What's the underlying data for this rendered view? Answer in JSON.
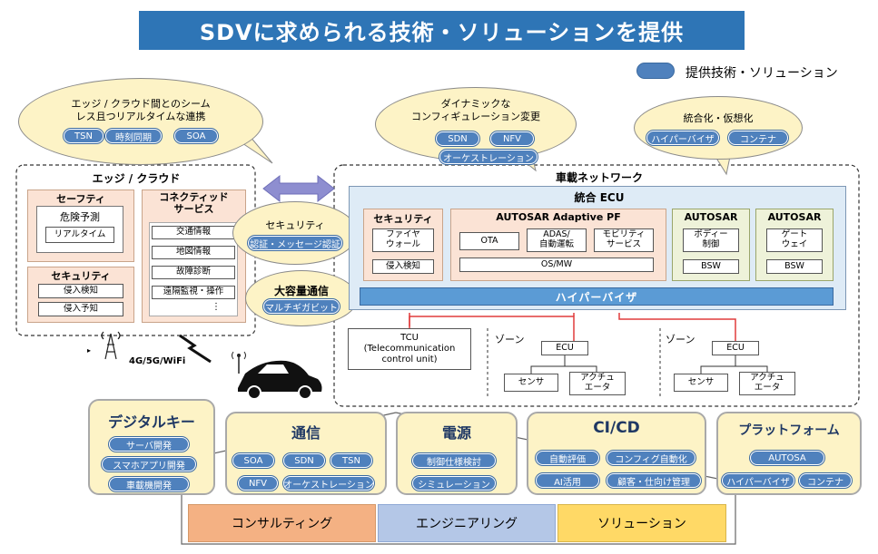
{
  "title": "SDVに求められる技術・ソリューションを提供",
  "legend": {
    "label": "提供技術・ソリューション"
  },
  "bubbles": {
    "edge_cloud": {
      "text1": "エッジ / クラウド間とのシーム",
      "text2": "レス且つリアルタイムな連携",
      "pills": [
        "TSN",
        "時刻同期",
        "SOA"
      ]
    },
    "dynamic": {
      "text1": "ダイナミックな",
      "text2": "コンフィギュレーション変更",
      "pills": [
        "SDN",
        "NFV",
        "オーケストレーション"
      ]
    },
    "integration": {
      "text": "統合化・仮想化",
      "pills": [
        "ハイパーバイザ",
        "コンテナ"
      ]
    },
    "security": {
      "text": "セキュリティ",
      "pill": "認証・メッセージ認証"
    },
    "bandwidth": {
      "text": "大容量通信",
      "pill": "マルチギガビット"
    }
  },
  "edge": {
    "title": "エッジ / クラウド",
    "safety": {
      "title": "セーフティ",
      "item": "危険予測",
      "sub": "リアルタイム"
    },
    "security": {
      "title": "セキュリティ",
      "items": [
        "侵入検知",
        "侵入予知"
      ]
    },
    "connected": {
      "title1": "コネクティッド",
      "title2": "サービス",
      "items": [
        "交通情報",
        "地図情報",
        "故障診断",
        "遠隔監視・操作"
      ],
      "more": "⋮"
    }
  },
  "network": {
    "title": "車載ネットワーク",
    "ecu": "統合 ECU",
    "sec": {
      "title": "セキュリティ",
      "fw1": "ファイヤ",
      "fw2": "ウォール",
      "ids": "侵入検知"
    },
    "adaptive": {
      "title": "AUTOSAR Adaptive PF",
      "ota": "OTA",
      "adas1": "ADAS/",
      "adas2": "自動運転",
      "mob1": "モビリティ",
      "mob2": "サービス",
      "os": "OS/MW"
    },
    "autosar1": {
      "title": "AUTOSAR",
      "app1": "ボディー",
      "app2": "制御",
      "bsw": "BSW"
    },
    "autosar2": {
      "title": "AUTOSAR",
      "app1": "ゲート",
      "app2": "ウェイ",
      "bsw": "BSW"
    },
    "hypervisor": "ハイパーバイザ",
    "tcu": {
      "l1": "TCU",
      "l2": "(Telecommunication",
      "l3": "control unit)"
    },
    "zones": [
      {
        "label": "ゾーン",
        "ecu": "ECU",
        "sensor": "センサ",
        "act1": "アクチュ",
        "act2": "エータ"
      },
      {
        "label": "ゾーン",
        "ecu": "ECU",
        "sensor": "センサ",
        "act1": "アクチュ",
        "act2": "エータ"
      }
    ]
  },
  "wireless": "4G/5G/WiFi",
  "bottom": {
    "digital_key": {
      "title": "デジタルキー",
      "items": [
        "サーバ開発",
        "スマホアプリ開発",
        "車載機開発"
      ]
    },
    "comm": {
      "title": "通信",
      "items": [
        "SOA",
        "SDN",
        "TSN",
        "NFV",
        "オーケストレーション"
      ]
    },
    "power": {
      "title": "電源",
      "items": [
        "制御仕様検討",
        "シミュレーション"
      ]
    },
    "cicd": {
      "title": "CI/CD",
      "items": [
        "自動評価",
        "コンフィグ自動化",
        "AI活用",
        "顧客・仕向け管理"
      ]
    },
    "platform": {
      "title": "プラットフォーム",
      "items": [
        "AUTOSA",
        "ハイパーバイザ",
        "コンテナ"
      ]
    }
  },
  "services": [
    "コンサルティング",
    "エンジニアリング",
    "ソリューション"
  ]
}
